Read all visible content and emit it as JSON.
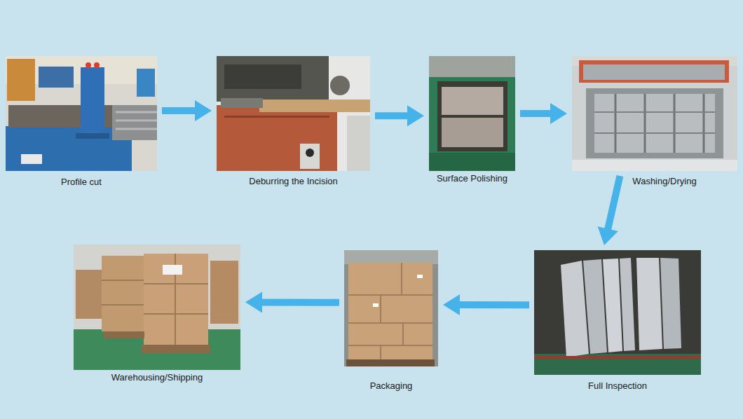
{
  "diagram": {
    "nodes": [
      {
        "text": [
          "Profile cut"
        ]
      },
      {
        "text": [
          "Deburring the Incision"
        ]
      },
      {
        "text": [
          "Surface Polishing"
        ]
      },
      {
        "text": [
          "Washing/Drying"
        ]
      },
      {
        "text": [
          "Full Inspection"
        ]
      },
      {
        "text": [
          "Packaging"
        ]
      },
      {
        "text": [
          "Warehousing/Shipping"
        ]
      }
    ],
    "edges": [
      {
        "from": 0,
        "to": 1,
        "arrow": "to"
      },
      {
        "from": 1,
        "to": 2,
        "arrow": "to"
      },
      {
        "from": 2,
        "to": 3,
        "arrow": "to"
      },
      {
        "from": 3,
        "to": 4,
        "arrow": "to"
      },
      {
        "from": 4,
        "to": 5,
        "arrow": "to"
      },
      {
        "from": 5,
        "to": 6,
        "arrow": "to"
      }
    ]
  }
}
